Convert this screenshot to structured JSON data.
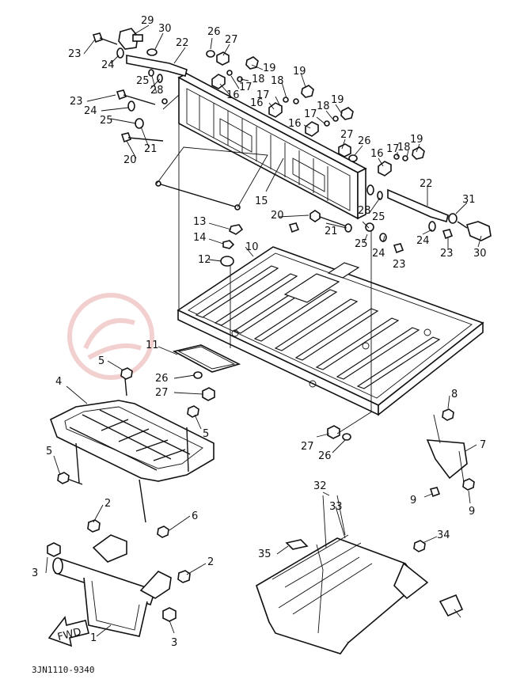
{
  "diagram": {
    "code": "3JN1110-9340",
    "fwd_label": "FWD",
    "labels": [
      {
        "id": "c1",
        "text": "1"
      },
      {
        "id": "c2a",
        "text": "2"
      },
      {
        "id": "c2b",
        "text": "2"
      },
      {
        "id": "c3a",
        "text": "3"
      },
      {
        "id": "c3b",
        "text": "3"
      },
      {
        "id": "c4",
        "text": "4"
      },
      {
        "id": "c5a",
        "text": "5"
      },
      {
        "id": "c5b",
        "text": "5"
      },
      {
        "id": "c5c",
        "text": "5"
      },
      {
        "id": "c5d",
        "text": "5"
      },
      {
        "id": "c6",
        "text": "6"
      },
      {
        "id": "c7",
        "text": "7"
      },
      {
        "id": "c8",
        "text": "8"
      },
      {
        "id": "c9",
        "text": "9"
      },
      {
        "id": "c10",
        "text": "10"
      },
      {
        "id": "c11",
        "text": "11"
      },
      {
        "id": "c12",
        "text": "12"
      },
      {
        "id": "c13",
        "text": "13"
      },
      {
        "id": "c14",
        "text": "14"
      },
      {
        "id": "c15",
        "text": "15"
      },
      {
        "id": "c16a",
        "text": "16"
      },
      {
        "id": "c16b",
        "text": "16"
      },
      {
        "id": "c16c",
        "text": "16"
      },
      {
        "id": "c16d",
        "text": "16"
      },
      {
        "id": "c17a",
        "text": "17"
      },
      {
        "id": "c17b",
        "text": "17"
      },
      {
        "id": "c17c",
        "text": "17"
      },
      {
        "id": "c17d",
        "text": "17"
      },
      {
        "id": "c18a",
        "text": "18"
      },
      {
        "id": "c18b",
        "text": "18"
      },
      {
        "id": "c18c",
        "text": "18"
      },
      {
        "id": "c18d",
        "text": "18"
      },
      {
        "id": "c19a",
        "text": "19"
      },
      {
        "id": "c19b",
        "text": "19"
      },
      {
        "id": "c19c",
        "text": "19"
      },
      {
        "id": "c19d",
        "text": "19"
      },
      {
        "id": "c20a",
        "text": "20"
      },
      {
        "id": "c20b",
        "text": "20"
      },
      {
        "id": "c21a",
        "text": "21"
      },
      {
        "id": "c21b",
        "text": "21"
      },
      {
        "id": "c22a",
        "text": "22"
      },
      {
        "id": "c22b",
        "text": "22"
      },
      {
        "id": "c23a",
        "text": "23"
      },
      {
        "id": "c23b",
        "text": "23"
      },
      {
        "id": "c23c",
        "text": "23"
      },
      {
        "id": "c23d",
        "text": "23"
      },
      {
        "id": "c24a",
        "text": "24"
      },
      {
        "id": "c24b",
        "text": "24"
      },
      {
        "id": "c24c",
        "text": "24"
      },
      {
        "id": "c24d",
        "text": "24"
      },
      {
        "id": "c25a",
        "text": "25"
      },
      {
        "id": "c25b",
        "text": "25"
      },
      {
        "id": "c25c",
        "text": "25"
      },
      {
        "id": "c25d",
        "text": "25"
      },
      {
        "id": "c26a",
        "text": "26"
      },
      {
        "id": "c26b",
        "text": "26"
      },
      {
        "id": "c26c",
        "text": "26"
      },
      {
        "id": "c26d",
        "text": "26"
      },
      {
        "id": "c27a",
        "text": "27"
      },
      {
        "id": "c27b",
        "text": "27"
      },
      {
        "id": "c27c",
        "text": "27"
      },
      {
        "id": "c27d",
        "text": "27"
      },
      {
        "id": "c28a",
        "text": "28"
      },
      {
        "id": "c28b",
        "text": "28"
      },
      {
        "id": "c29a",
        "text": "29"
      },
      {
        "id": "c29b",
        "text": "29"
      },
      {
        "id": "c30a",
        "text": "30"
      },
      {
        "id": "c30b",
        "text": "30"
      },
      {
        "id": "c31",
        "text": "31"
      },
      {
        "id": "c32",
        "text": "32"
      },
      {
        "id": "c33",
        "text": "33"
      },
      {
        "id": "c34",
        "text": "34"
      },
      {
        "id": "c35",
        "text": "35"
      }
    ]
  }
}
